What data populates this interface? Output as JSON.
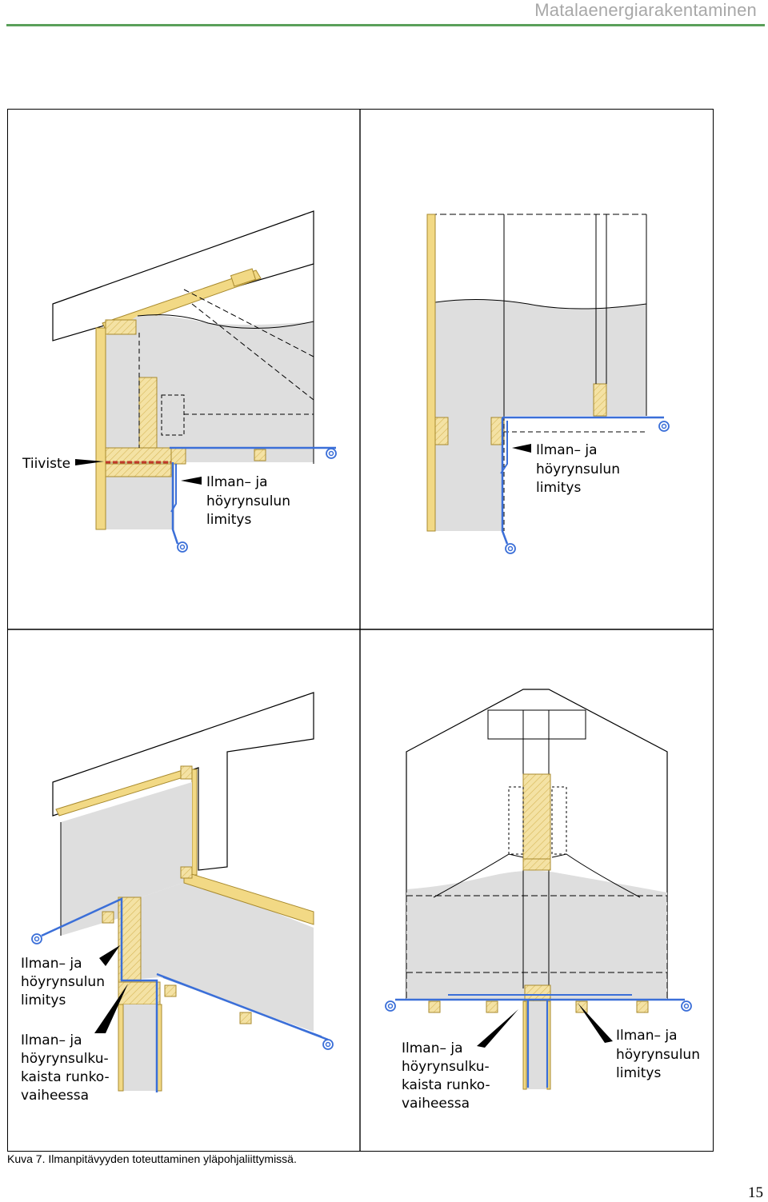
{
  "header": {
    "title": "Matalaenergiarakentaminen"
  },
  "figure": {
    "caption": "Kuva 7. Ilmanpitävyyden toteuttaminen yläpohjaliittymissä.",
    "panels": {
      "top_left": {
        "label_seal": "Tiiviste",
        "label_overlap": [
          "Ilman– ja",
          "höyrynsulun",
          "limitys"
        ]
      },
      "top_right": {
        "label_overlap": [
          "Ilman– ja",
          "höyrynsulun",
          "limitys"
        ]
      },
      "bottom_left": {
        "label_overlap": [
          "Ilman– ja",
          "höyrynsulun",
          "limitys"
        ],
        "label_strip": [
          "Ilman– ja",
          "höyrynsulku-",
          "kaista runko-",
          "vaiheessa"
        ]
      },
      "bottom_right": {
        "label_strip": [
          "Ilman– ja",
          "höyrynsulku-",
          "kaista runko-",
          "vaiheessa"
        ],
        "label_overlap": [
          "Ilman– ja",
          "höyrynsulun",
          "limitys"
        ]
      }
    }
  },
  "page_number": "15",
  "colors": {
    "insulation": "#dedede",
    "timber": "#f2d985",
    "timber_edge": "#c9a63a",
    "membrane": "#3b6fd8",
    "seal": "#c0392b",
    "header_rule": "#5aa05a"
  }
}
